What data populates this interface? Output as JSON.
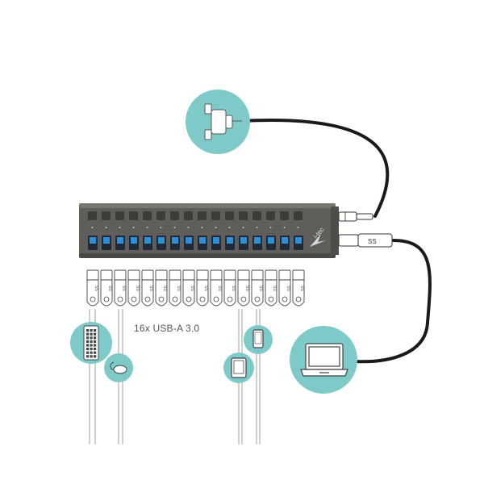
{
  "caption": "16x USB-A 3.0",
  "hub": {
    "brand": "i-tec",
    "port_count": 16,
    "body_color": "#5f5e5a",
    "port_color": "#2f8fd6",
    "switch_color": "#3d3c39"
  },
  "connectors": {
    "usb_symbol": "SS",
    "count": 16
  },
  "circles": {
    "fill": "#7ecac9",
    "items": [
      {
        "icon": "power-plug-icon"
      },
      {
        "icon": "laptop-icon"
      },
      {
        "icon": "keyboard-icon"
      },
      {
        "icon": "mouse-icon"
      },
      {
        "icon": "tablet-icon"
      },
      {
        "icon": "smartphone-icon"
      }
    ]
  }
}
